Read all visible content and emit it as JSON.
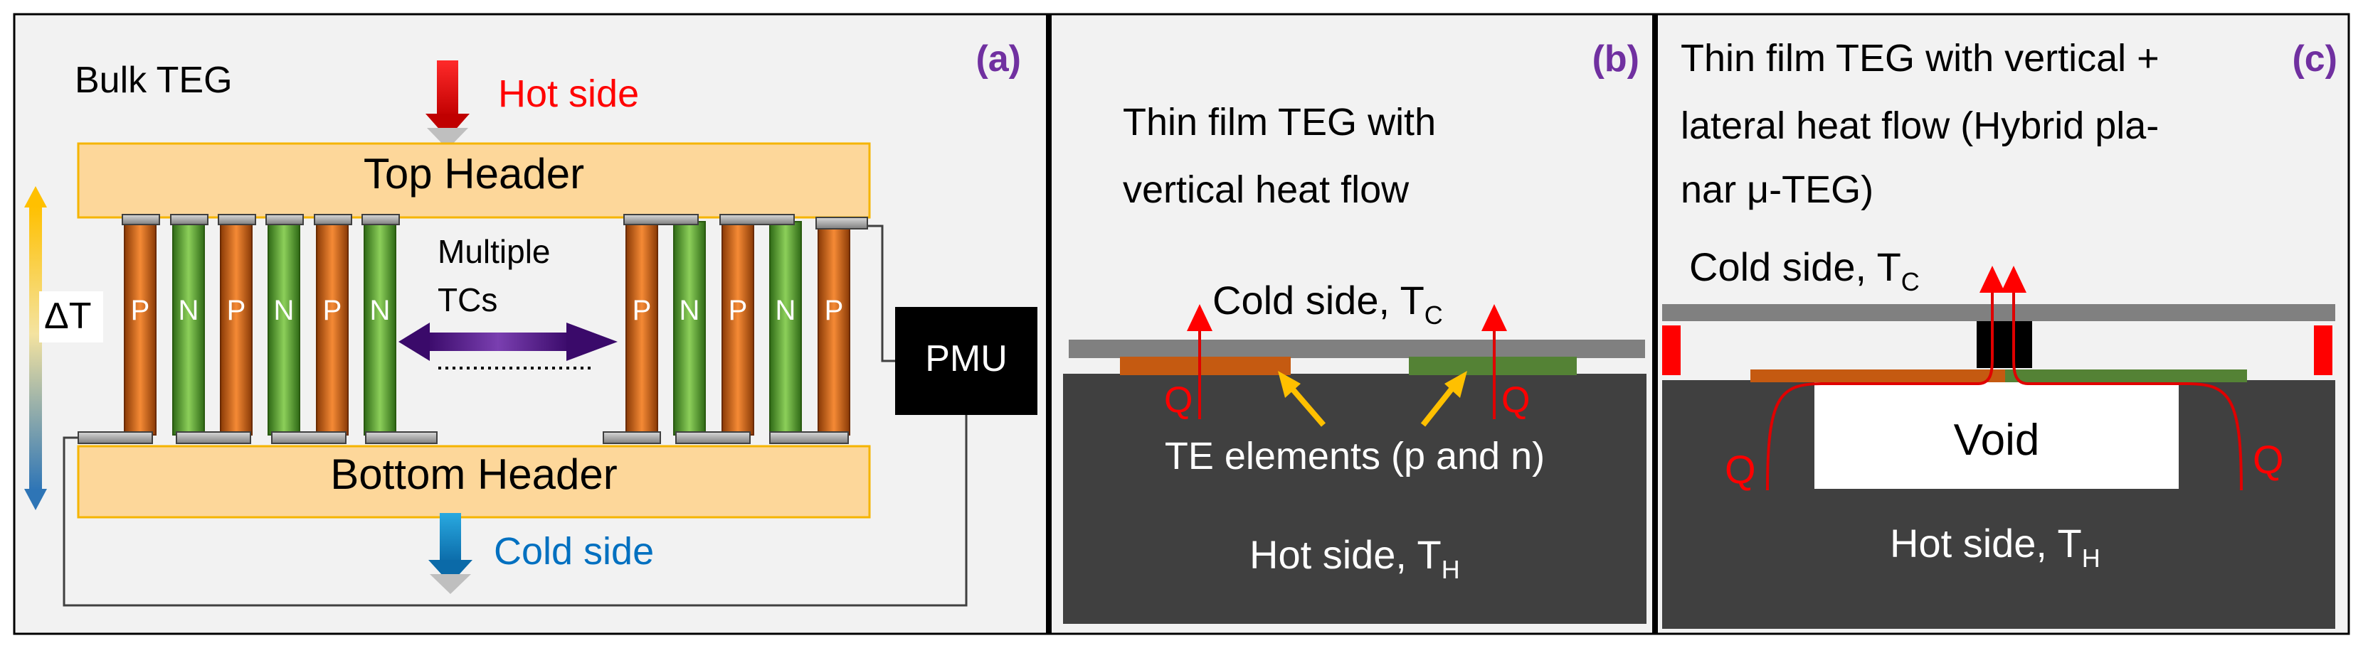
{
  "panel_a": {
    "tag": "(a)",
    "title": "Bulk TEG",
    "hot_label": "Hot side",
    "cold_label": "Cold side",
    "top_header": "Top Header",
    "bottom_header": "Bottom Header",
    "delta_t": "ΔT",
    "multiple_line1": "Multiple",
    "multiple_line2": "TCs",
    "pmu": "PMU",
    "p": "P",
    "n": "N"
  },
  "panel_b": {
    "tag": "(b)",
    "title_line1": "Thin film TEG with",
    "title_line2": "vertical heat flow",
    "cold_label": "Cold side, T",
    "cold_sub": "C",
    "te_label": "TE elements (p and n)",
    "hot_label": "Hot side, T",
    "hot_sub": "H",
    "q": "Q"
  },
  "panel_c": {
    "tag": "(c)",
    "title_line1": "Thin film TEG with vertical +",
    "title_line2": "lateral heat flow (Hybrid pla-",
    "title_line3": "nar μ-TEG)",
    "cold_label": "Cold side, T",
    "cold_sub": "C",
    "void": "Void",
    "hot_label": "Hot side, T",
    "hot_sub": "H",
    "q": "Q"
  },
  "colors": {
    "tag": "#7030a0",
    "hot": "#ff0000",
    "cold": "#0070c0",
    "header": "#fdd79a",
    "p_leg": "#c0560e",
    "n_leg": "#4f8a2a",
    "substrate": "#404040",
    "plate": "#808080"
  }
}
